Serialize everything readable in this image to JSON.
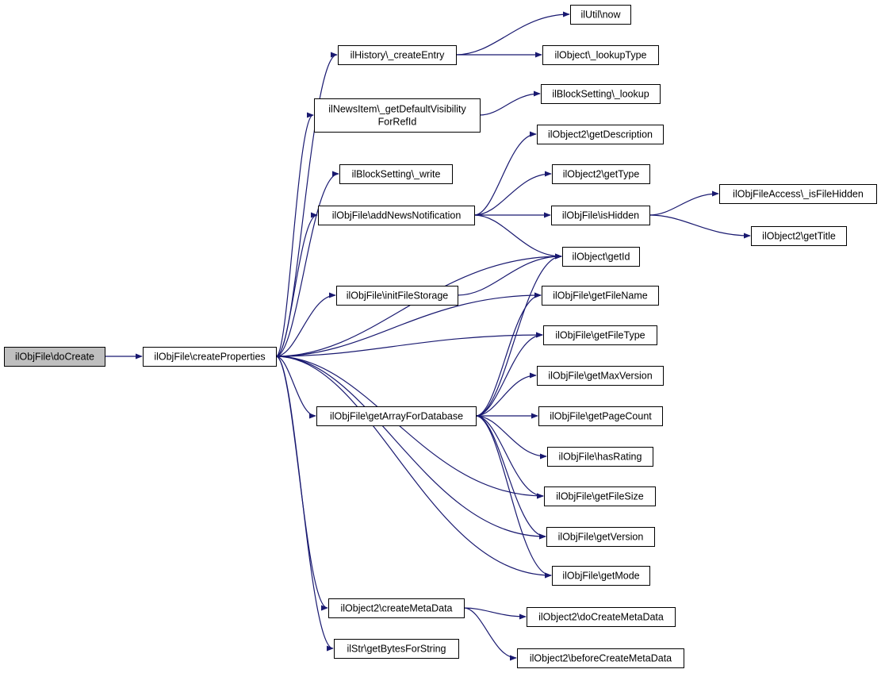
{
  "colors": {
    "edge": "#191970",
    "node_fill": "#ffffff",
    "root_fill": "#bfbfbf",
    "node_border": "#000000"
  },
  "nodes": [
    {
      "id": "doCreate",
      "lines": [
        "ilObjFile\\doCreate"
      ],
      "root": true
    },
    {
      "id": "createProperties",
      "lines": [
        "ilObjFile\\createProperties"
      ]
    },
    {
      "id": "createEntry",
      "lines": [
        "ilHistory\\_createEntry"
      ]
    },
    {
      "id": "getDefaultVisibility",
      "lines": [
        "ilNewsItem\\_getDefaultVisibility",
        "ForRefId"
      ]
    },
    {
      "id": "blockWrite",
      "lines": [
        "ilBlockSetting\\_write"
      ]
    },
    {
      "id": "addNewsNotification",
      "lines": [
        "ilObjFile\\addNewsNotification"
      ]
    },
    {
      "id": "initFileStorage",
      "lines": [
        "ilObjFile\\initFileStorage"
      ]
    },
    {
      "id": "getArrayForDatabase",
      "lines": [
        "ilObjFile\\getArrayForDatabase"
      ]
    },
    {
      "id": "createMetaData",
      "lines": [
        "ilObject2\\createMetaData"
      ]
    },
    {
      "id": "getBytesForString",
      "lines": [
        "ilStr\\getBytesForString"
      ]
    },
    {
      "id": "utilNow",
      "lines": [
        "ilUtil\\now"
      ]
    },
    {
      "id": "lookupType",
      "lines": [
        "ilObject\\_lookupType"
      ]
    },
    {
      "id": "blockLookup",
      "lines": [
        "ilBlockSetting\\_lookup"
      ]
    },
    {
      "id": "getDescription",
      "lines": [
        "ilObject2\\getDescription"
      ]
    },
    {
      "id": "getType",
      "lines": [
        "ilObject2\\getType"
      ]
    },
    {
      "id": "isHidden",
      "lines": [
        "ilObjFile\\isHidden"
      ]
    },
    {
      "id": "getId",
      "lines": [
        "ilObject\\getId"
      ]
    },
    {
      "id": "getFileName",
      "lines": [
        "ilObjFile\\getFileName"
      ]
    },
    {
      "id": "getFileType",
      "lines": [
        "ilObjFile\\getFileType"
      ]
    },
    {
      "id": "getMaxVersion",
      "lines": [
        "ilObjFile\\getMaxVersion"
      ]
    },
    {
      "id": "getPageCount",
      "lines": [
        "ilObjFile\\getPageCount"
      ]
    },
    {
      "id": "hasRating",
      "lines": [
        "ilObjFile\\hasRating"
      ]
    },
    {
      "id": "getFileSize",
      "lines": [
        "ilObjFile\\getFileSize"
      ]
    },
    {
      "id": "getVersion",
      "lines": [
        "ilObjFile\\getVersion"
      ]
    },
    {
      "id": "getMode",
      "lines": [
        "ilObjFile\\getMode"
      ]
    },
    {
      "id": "doCreateMetaData",
      "lines": [
        "ilObject2\\doCreateMetaData"
      ]
    },
    {
      "id": "beforeCreateMetaData",
      "lines": [
        "ilObject2\\beforeCreateMetaData"
      ]
    },
    {
      "id": "isFileHidden",
      "lines": [
        "ilObjFileAccess\\_isFileHidden"
      ]
    },
    {
      "id": "getTitle",
      "lines": [
        "ilObject2\\getTitle"
      ]
    }
  ],
  "edges": [
    [
      "doCreate",
      "createProperties"
    ],
    [
      "createProperties",
      "createEntry"
    ],
    [
      "createProperties",
      "getDefaultVisibility"
    ],
    [
      "createProperties",
      "blockWrite"
    ],
    [
      "createProperties",
      "addNewsNotification"
    ],
    [
      "createProperties",
      "getId"
    ],
    [
      "createProperties",
      "initFileStorage"
    ],
    [
      "createProperties",
      "getFileName"
    ],
    [
      "createProperties",
      "getFileType"
    ],
    [
      "createProperties",
      "getArrayForDatabase"
    ],
    [
      "createProperties",
      "getFileSize"
    ],
    [
      "createProperties",
      "getVersion"
    ],
    [
      "createProperties",
      "getMode"
    ],
    [
      "createProperties",
      "createMetaData"
    ],
    [
      "createProperties",
      "getBytesForString"
    ],
    [
      "createEntry",
      "utilNow"
    ],
    [
      "createEntry",
      "lookupType"
    ],
    [
      "getDefaultVisibility",
      "blockLookup"
    ],
    [
      "addNewsNotification",
      "getDescription"
    ],
    [
      "addNewsNotification",
      "getType"
    ],
    [
      "addNewsNotification",
      "isHidden"
    ],
    [
      "addNewsNotification",
      "getId"
    ],
    [
      "initFileStorage",
      "getId"
    ],
    [
      "isHidden",
      "isFileHidden"
    ],
    [
      "isHidden",
      "getTitle"
    ],
    [
      "getArrayForDatabase",
      "getId"
    ],
    [
      "getArrayForDatabase",
      "getFileName"
    ],
    [
      "getArrayForDatabase",
      "getFileType"
    ],
    [
      "getArrayForDatabase",
      "getMaxVersion"
    ],
    [
      "getArrayForDatabase",
      "getPageCount"
    ],
    [
      "getArrayForDatabase",
      "hasRating"
    ],
    [
      "getArrayForDatabase",
      "getFileSize"
    ],
    [
      "getArrayForDatabase",
      "getVersion"
    ],
    [
      "getArrayForDatabase",
      "getMode"
    ],
    [
      "createMetaData",
      "doCreateMetaData"
    ],
    [
      "createMetaData",
      "beforeCreateMetaData"
    ]
  ]
}
